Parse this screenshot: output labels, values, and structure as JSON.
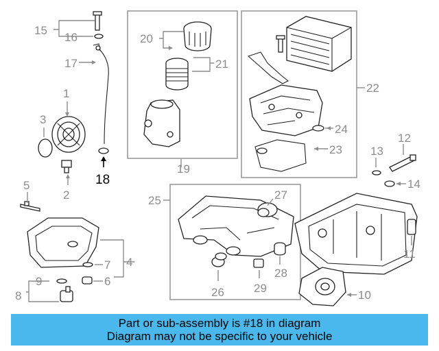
{
  "callouts": {
    "c1": "1",
    "c2": "2",
    "c3": "3",
    "c4": "4",
    "c5": "5",
    "c6": "6",
    "c7": "7",
    "c8": "8",
    "c9": "9",
    "c10": "10",
    "c11": "11",
    "c12": "12",
    "c13": "13",
    "c14": "14",
    "c15": "15",
    "c16": "16",
    "c17": "17",
    "c18": "18",
    "c19": "19",
    "c20": "20",
    "c21": "21",
    "c22": "22",
    "c23": "23",
    "c24": "24",
    "c25": "25",
    "c26": "26",
    "c27": "27",
    "c28": "28",
    "c29": "29"
  },
  "highlight_color": "#000000",
  "label_color": "#8c8c8c",
  "banner": {
    "line1": "Part or sub-assembly is #18 in diagram",
    "line2": "Diagram may not be specific to your vehicle",
    "background": "#4ab8ec"
  }
}
